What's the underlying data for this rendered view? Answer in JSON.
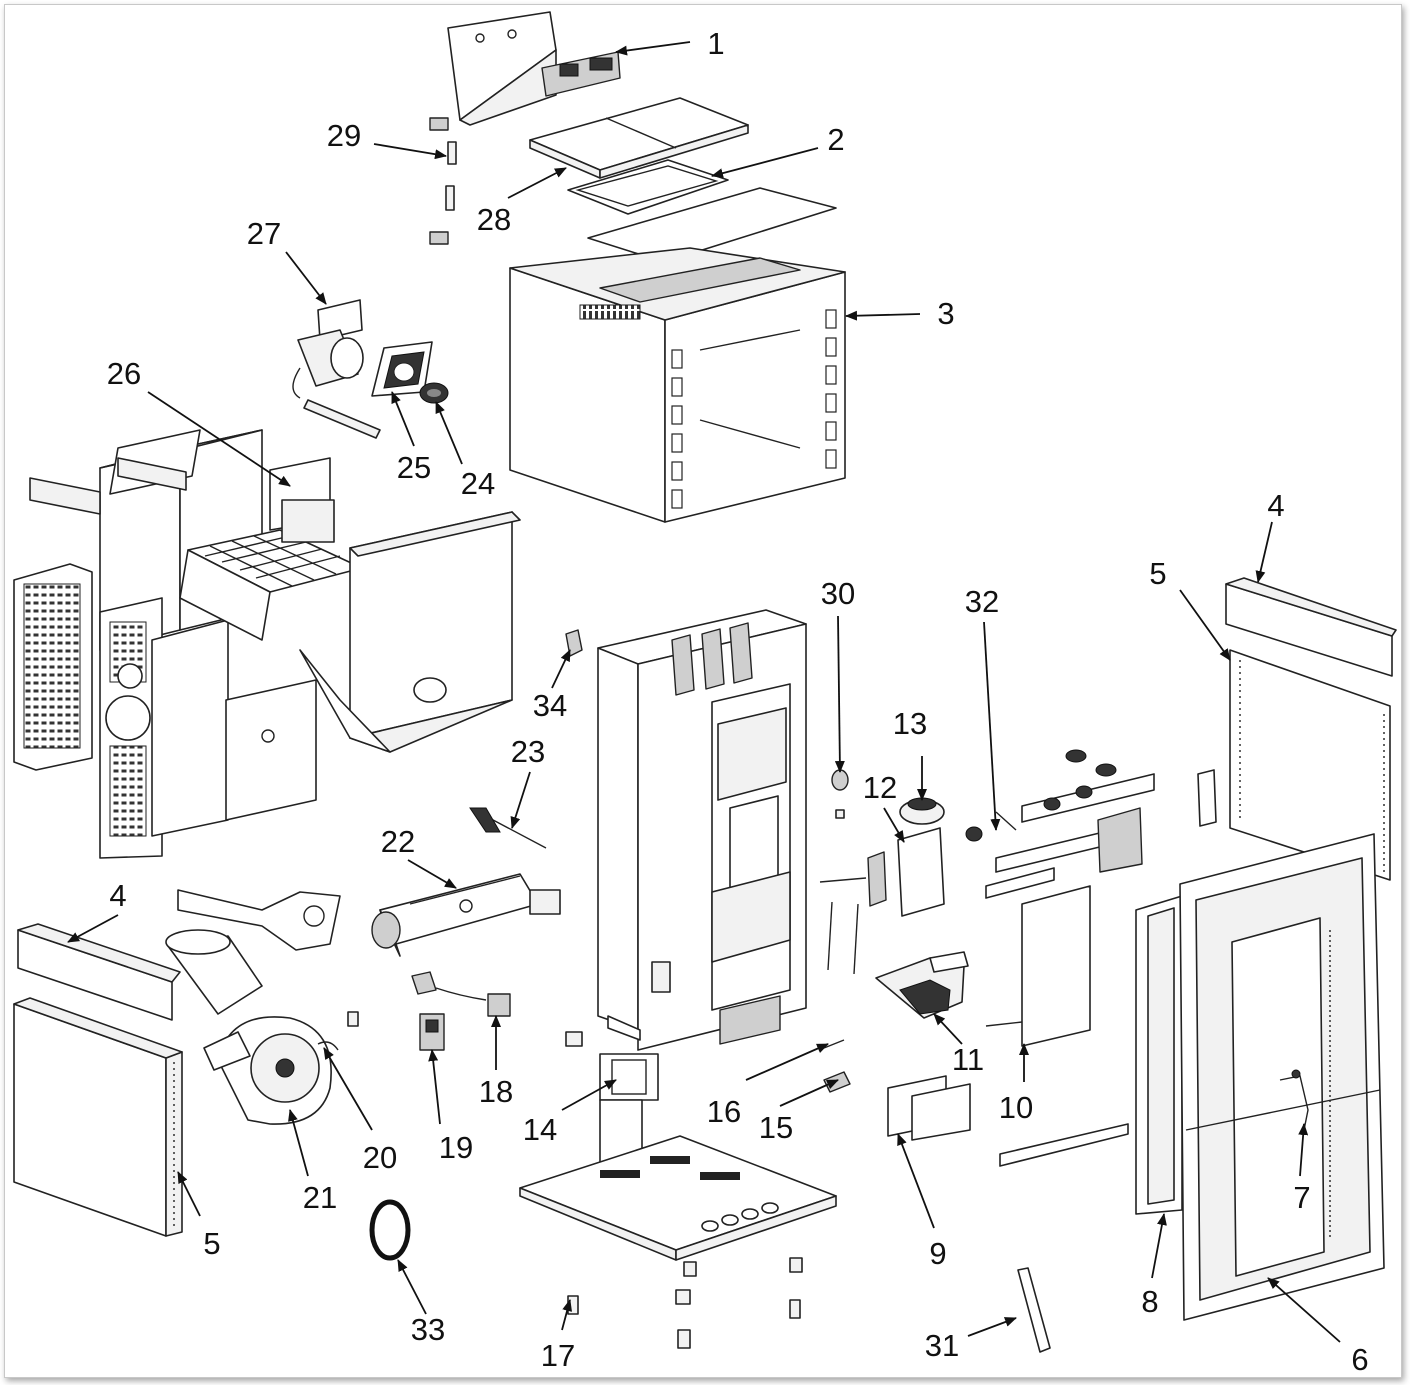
{
  "callouts": [
    {
      "id": "c1",
      "label": "1"
    },
    {
      "id": "c2",
      "label": "2"
    },
    {
      "id": "c3",
      "label": "3"
    },
    {
      "id": "c4a",
      "label": "4"
    },
    {
      "id": "c4b",
      "label": "4"
    },
    {
      "id": "c5a",
      "label": "5"
    },
    {
      "id": "c5b",
      "label": "5"
    },
    {
      "id": "c6",
      "label": "6"
    },
    {
      "id": "c7",
      "label": "7"
    },
    {
      "id": "c8",
      "label": "8"
    },
    {
      "id": "c9",
      "label": "9"
    },
    {
      "id": "c10",
      "label": "10"
    },
    {
      "id": "c11",
      "label": "11"
    },
    {
      "id": "c12",
      "label": "12"
    },
    {
      "id": "c13",
      "label": "13"
    },
    {
      "id": "c14",
      "label": "14"
    },
    {
      "id": "c15",
      "label": "15"
    },
    {
      "id": "c16",
      "label": "16"
    },
    {
      "id": "c17",
      "label": "17"
    },
    {
      "id": "c18",
      "label": "18"
    },
    {
      "id": "c19",
      "label": "19"
    },
    {
      "id": "c20",
      "label": "20"
    },
    {
      "id": "c21",
      "label": "21"
    },
    {
      "id": "c22",
      "label": "22"
    },
    {
      "id": "c23",
      "label": "23"
    },
    {
      "id": "c24",
      "label": "24"
    },
    {
      "id": "c25",
      "label": "25"
    },
    {
      "id": "c26",
      "label": "26"
    },
    {
      "id": "c27",
      "label": "27"
    },
    {
      "id": "c28",
      "label": "28"
    },
    {
      "id": "c29",
      "label": "29"
    },
    {
      "id": "c30",
      "label": "30"
    },
    {
      "id": "c31",
      "label": "31"
    },
    {
      "id": "c32",
      "label": "32"
    },
    {
      "id": "c33",
      "label": "33"
    },
    {
      "id": "c34",
      "label": "34"
    }
  ]
}
